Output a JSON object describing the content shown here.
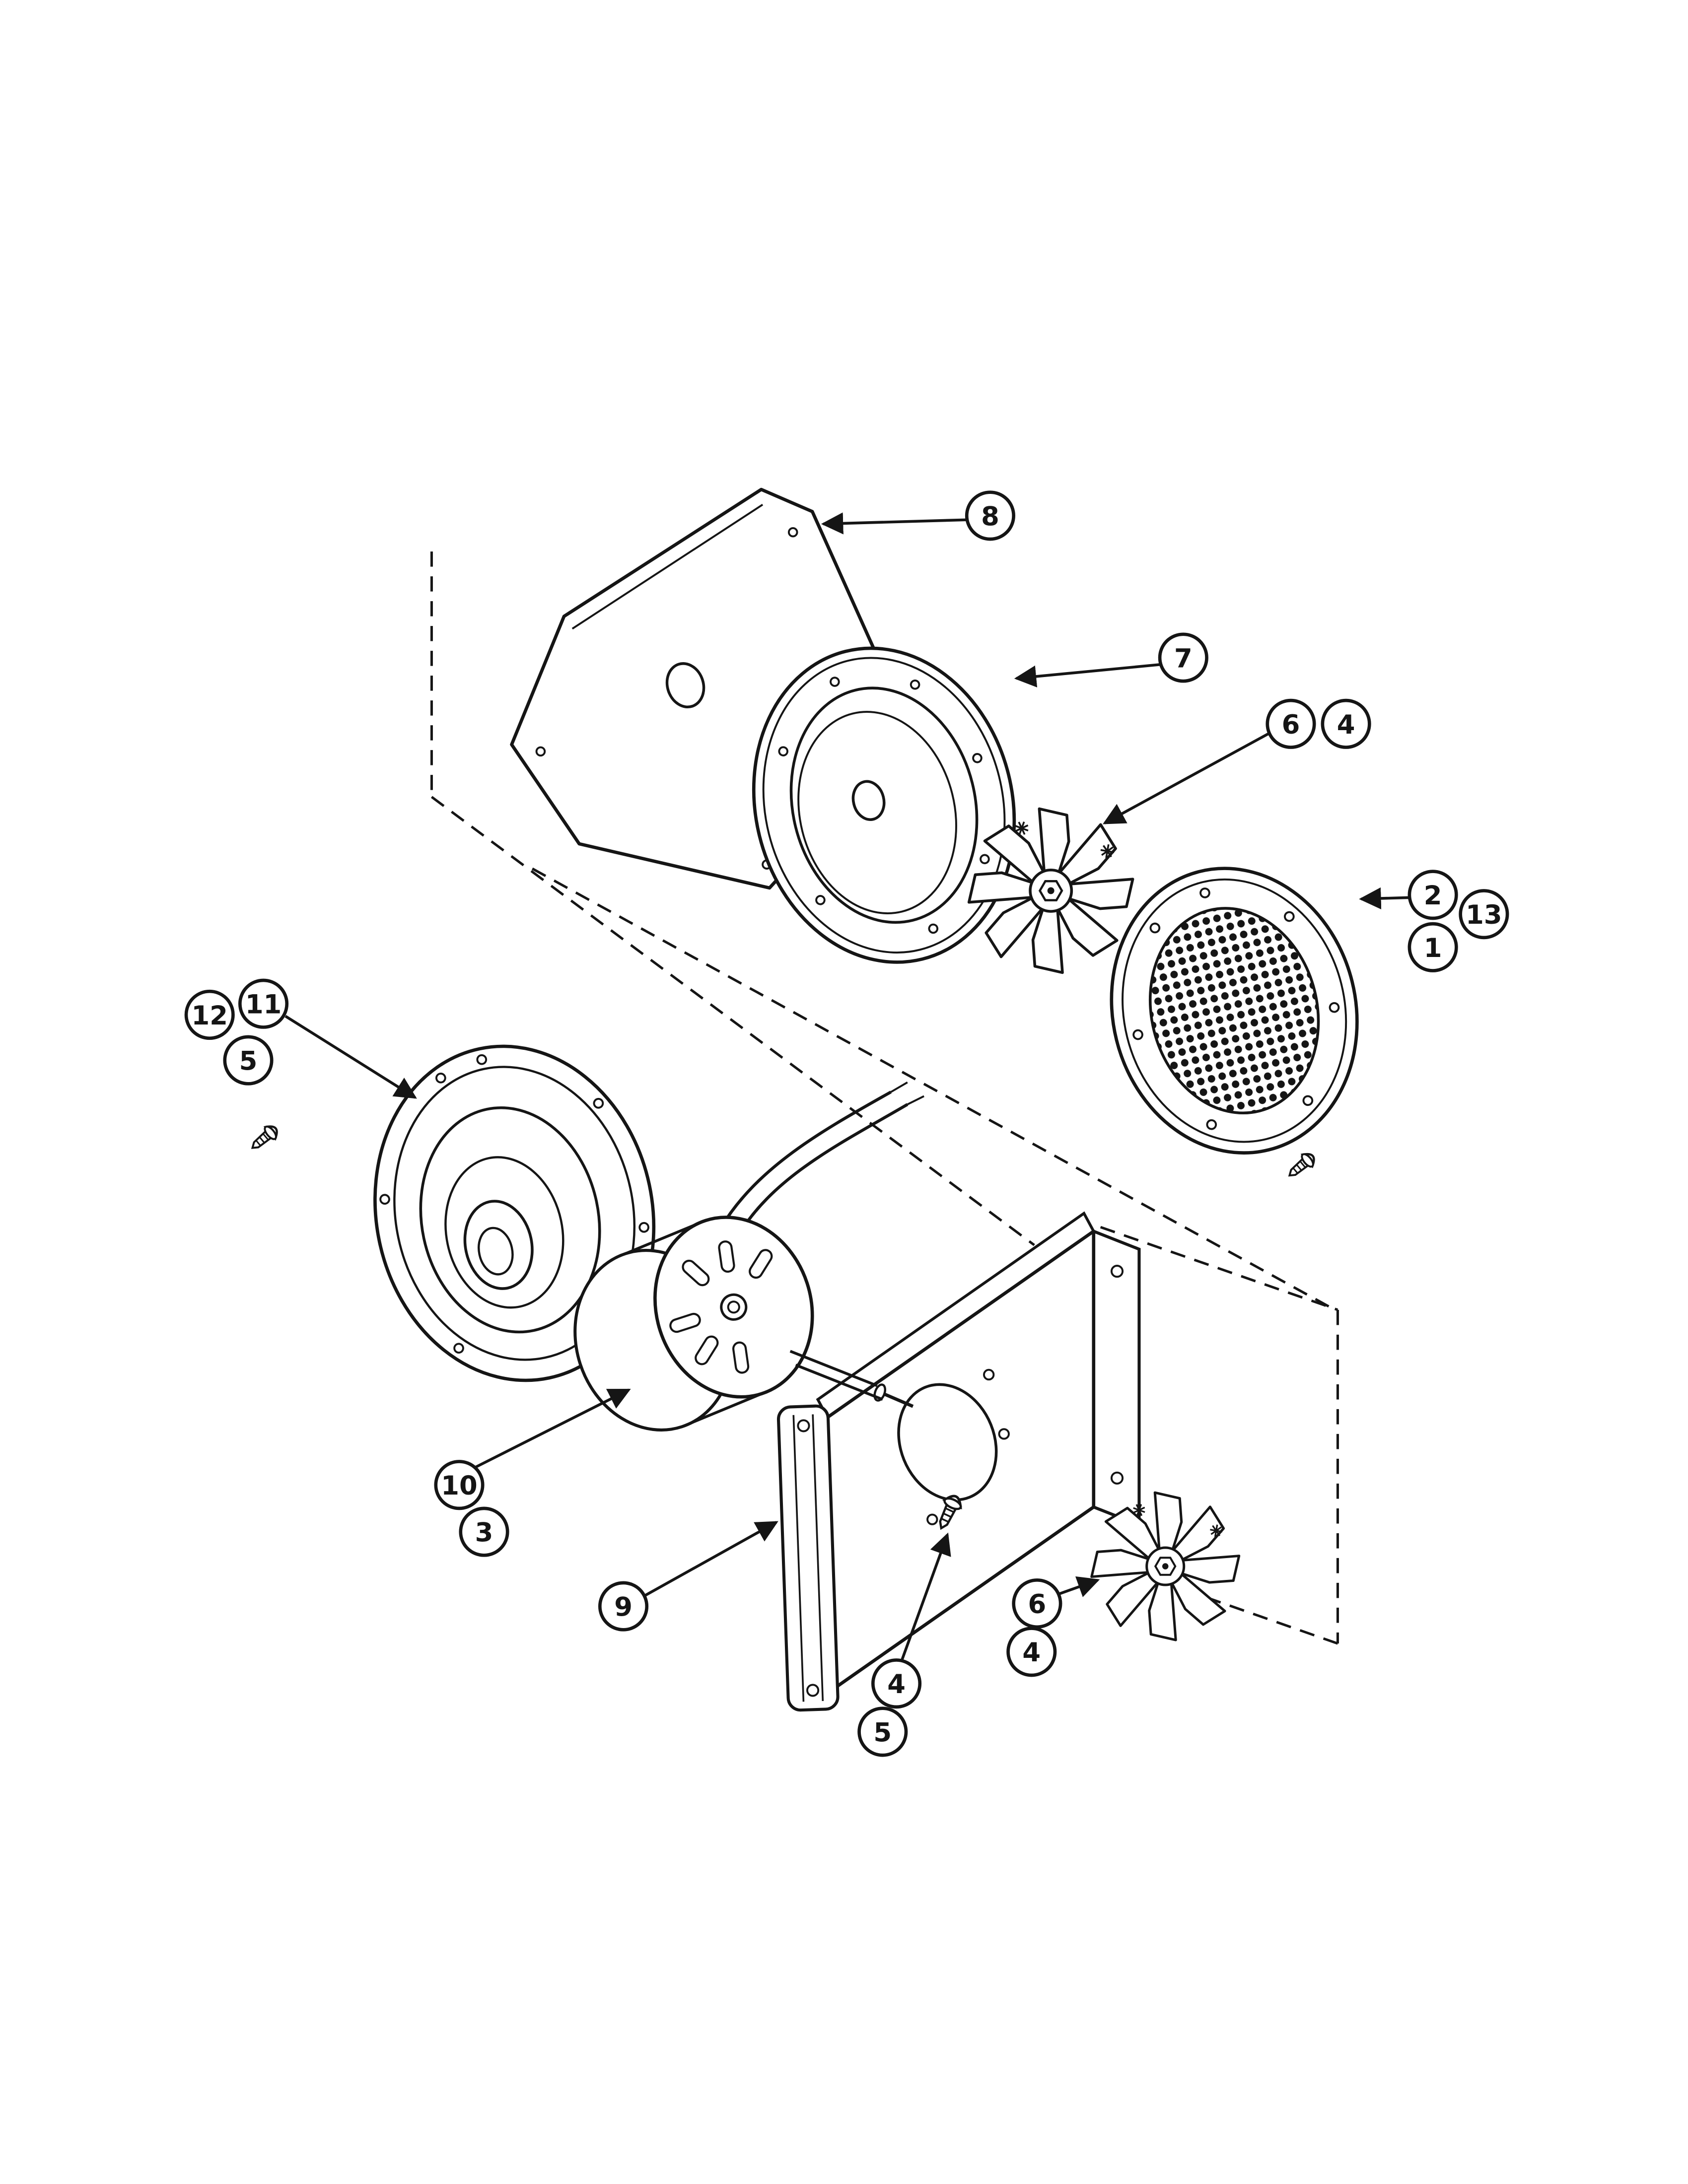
{
  "figure": {
    "kind": "exploded-parts-diagram",
    "description": "Blower / convection fan assembly exploded view with numbered part callouts",
    "background_color": "#ffffff",
    "ink_color": "#151515"
  },
  "callouts": [
    {
      "label": "8"
    },
    {
      "label": "7"
    },
    {
      "label": "6"
    },
    {
      "label": "4"
    },
    {
      "label": "2"
    },
    {
      "label": "13"
    },
    {
      "label": "1"
    },
    {
      "label": "12"
    },
    {
      "label": "11"
    },
    {
      "label": "5"
    },
    {
      "label": "10"
    },
    {
      "label": "3"
    },
    {
      "label": "9"
    },
    {
      "label": "4"
    },
    {
      "label": "5"
    },
    {
      "label": "6"
    },
    {
      "label": "4"
    }
  ]
}
